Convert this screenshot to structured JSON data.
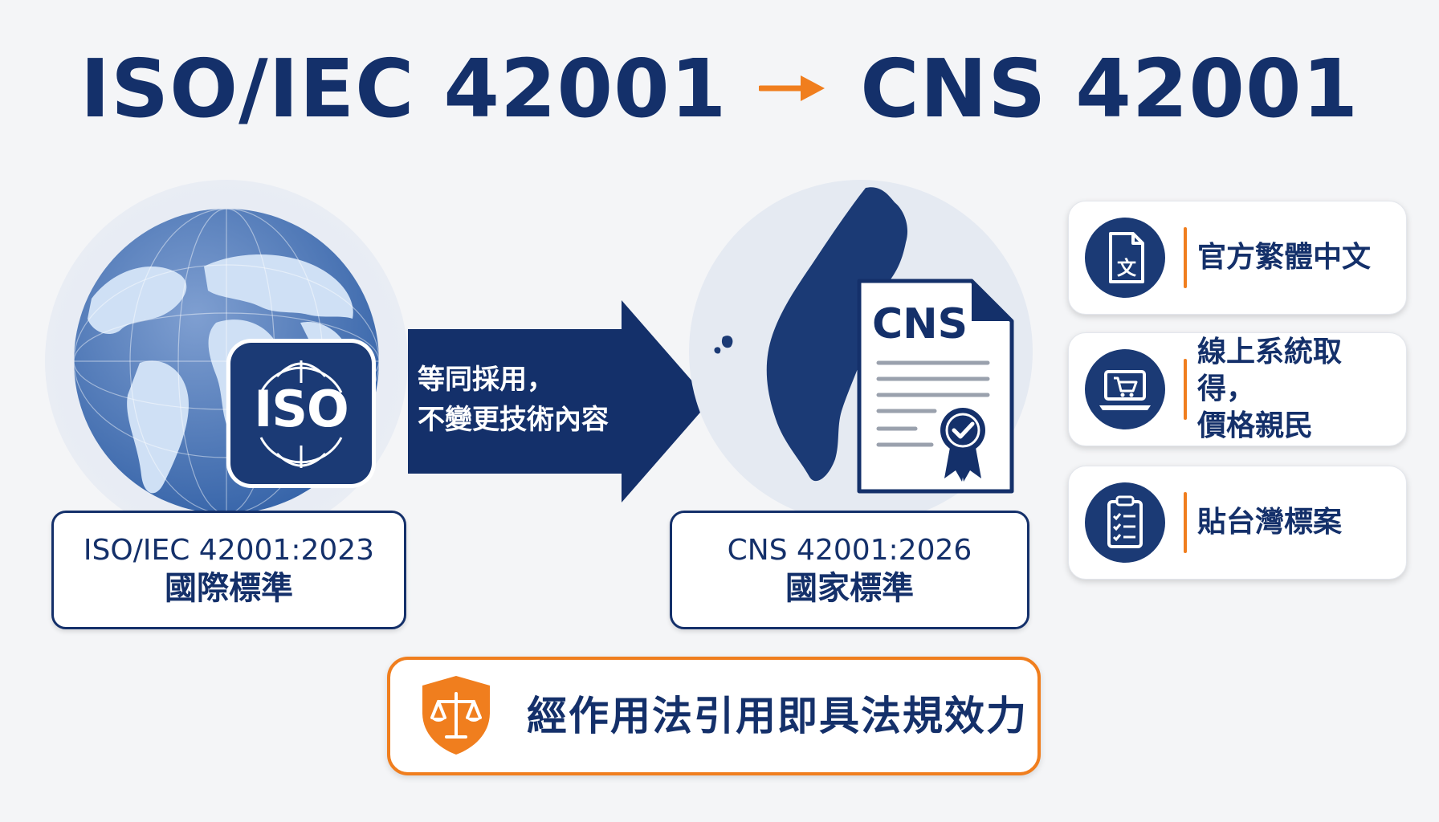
{
  "title": {
    "left": "ISO/IEC 42001",
    "right": "CNS 42001"
  },
  "iso_badge": {
    "text": "ISO"
  },
  "iso_label": {
    "code": "ISO/IEC 42001:2023",
    "type": "國際標準"
  },
  "arrow": {
    "line1": "等同採用，",
    "line2": "不變更技術內容"
  },
  "cns_doc": {
    "text": "CNS"
  },
  "cns_label": {
    "code": "CNS 42001:2026",
    "type": "國家標準"
  },
  "cards": [
    {
      "icon": "document-wen-icon",
      "line1": "官方繁體中文",
      "line2": ""
    },
    {
      "icon": "laptop-cart-icon",
      "line1": "線上系統取得，",
      "line2": "價格親民"
    },
    {
      "icon": "clipboard-checklist-icon",
      "line1": "貼台灣標案",
      "line2": ""
    }
  ],
  "legal": {
    "text": "經作用法引用即具法規效力",
    "icon": "shield-scales-icon"
  },
  "colors": {
    "navy": "#14306a",
    "badge": "#1b3a75",
    "orange": "#f07e1e",
    "globe": "#3f6bb0"
  }
}
